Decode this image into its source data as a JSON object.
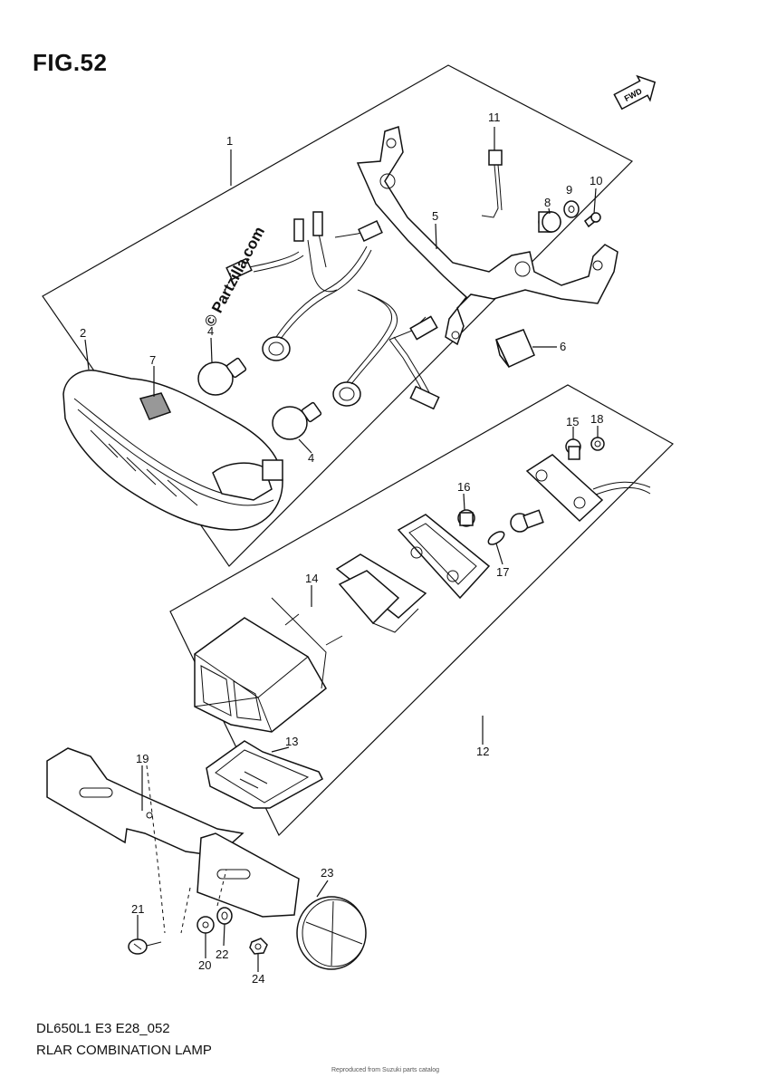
{
  "figure": {
    "title": "FIG.52",
    "code": "DL650L1 E3 E28_052",
    "caption": "RLAR COMBINATION LAMP",
    "watermark": "© Partzilla.com",
    "fwd_label": "FWD",
    "footer_small": "Reproduced from Suzuki parts catalog"
  },
  "callouts": {
    "c1": "1",
    "c2": "2",
    "c4a": "4",
    "c4b": "4",
    "c5": "5",
    "c6": "6",
    "c7": "7",
    "c8": "8",
    "c9": "9",
    "c10": "10",
    "c11": "11",
    "c12": "12",
    "c13": "13",
    "c14": "14",
    "c15": "15",
    "c16": "16",
    "c17": "17",
    "c18": "18",
    "c19": "19",
    "c20": "20",
    "c21": "21",
    "c22": "22",
    "c23": "23",
    "c24": "24"
  }
}
